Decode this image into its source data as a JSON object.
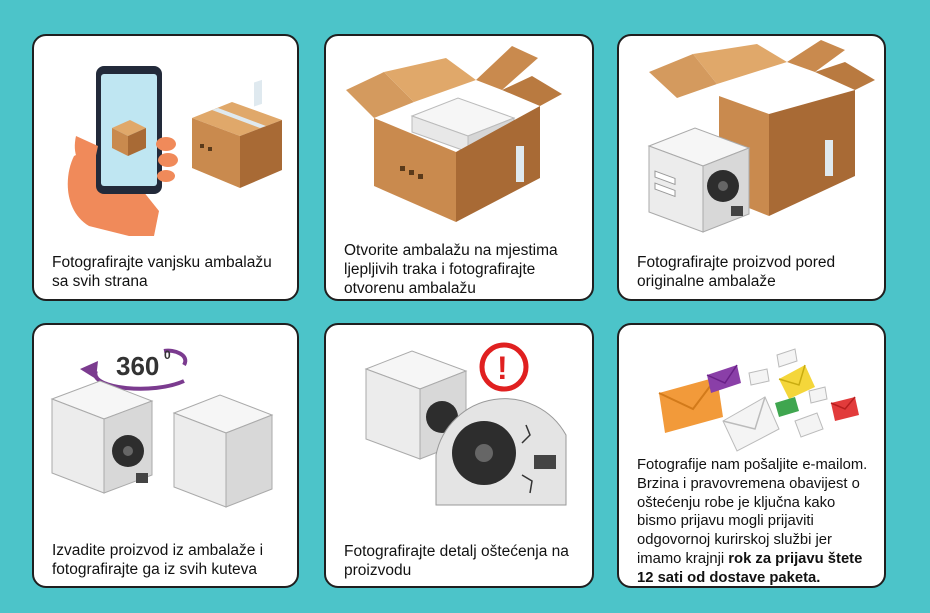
{
  "colors": {
    "background": "#4cc4c9",
    "card": "#ffffff",
    "border": "#1f1f1f",
    "cardboard": "#c98a4e",
    "cardboard_dark": "#a86a35",
    "tape": "#dfe9ef",
    "unit": "#f1f1f1",
    "alert_red": "#e02020",
    "rotate_purple": "#7b3b8f",
    "envelope_orange": "#f29a3a",
    "envelope_purple": "#8a3fa8",
    "envelope_yellow": "#f4d63a",
    "envelope_green": "#3fa64f",
    "envelope_red": "#e23b3b"
  },
  "steps": [
    {
      "id": "s1",
      "icon": "phone-photographing-box-icon",
      "caption": "Fotografirajte vanjsku ambalažu sa svih strana"
    },
    {
      "id": "s2",
      "icon": "open-box-icon",
      "caption": "Otvorite ambalažu na mjestima ljepljivih traka i fotografirajte otvorenu ambalažu"
    },
    {
      "id": "s3",
      "icon": "unit-beside-box-icon",
      "caption": "Fotografirajte proizvod pored originalne ambalaže"
    },
    {
      "id": "s4",
      "icon": "rotate-360-icon",
      "rotate_label": "360",
      "rotate_sup": "0",
      "caption": "Izvadite proizvod iz ambalaže i fotografirajte ga iz svih kuteva"
    },
    {
      "id": "s5",
      "icon": "damage-detail-icon",
      "alert_mark": "!",
      "caption": "Fotografirajte detalj oštećenja na proizvodu"
    },
    {
      "id": "s6",
      "icon": "envelopes-icon",
      "caption_lines": [
        "Fotografije nam pošaljite e-mailom.",
        "Brzina i pravovremena obavijest o",
        "oštećenju robe je ključna kako",
        "bismo prijavu mogli prijaviti",
        "odgovornoj kurirskoj službi jer",
        "imamo krajnji"
      ],
      "caption_bold_1": "rok za prijavu štete",
      "caption_bold_2": "12 sati od dostave paketa."
    }
  ]
}
